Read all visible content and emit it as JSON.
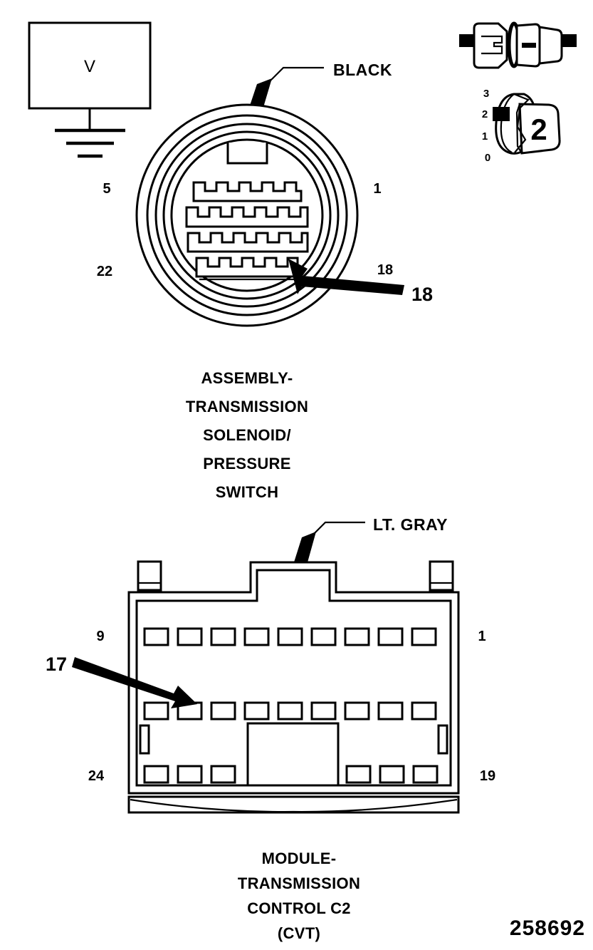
{
  "figure": {
    "part_number": "258692",
    "meter": {
      "symbol": "V",
      "name": "voltmeter"
    },
    "round_connector": {
      "wire_color_label": "BLACK",
      "pin_labels": {
        "top_left": "5",
        "top_right": "1",
        "bottom_left": "22",
        "bottom_right": "18"
      },
      "callout": "18",
      "caption_lines": [
        "ASSEMBLY-",
        "TRANSMISSION",
        "SOLENOID/",
        "PRESSURE",
        "SWITCH"
      ]
    },
    "rect_connector": {
      "wire_color_label": "LT. GRAY",
      "pin_labels": {
        "top_left": "9",
        "top_right": "1",
        "bottom_left": "24",
        "bottom_right": "19"
      },
      "callout": "17",
      "caption_lines": [
        "MODULE-",
        "TRANSMISSION",
        "CONTROL C2",
        "(CVT)"
      ]
    },
    "inline_connector": {
      "name": "inline-two-piece-connector"
    },
    "position_dial": {
      "scale_labels": [
        "3",
        "2",
        "1",
        "0"
      ],
      "selected": "2"
    }
  }
}
